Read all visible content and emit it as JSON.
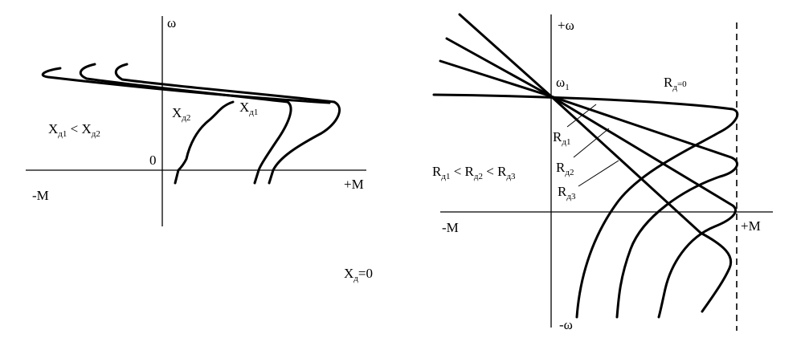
{
  "left_diagram": {
    "y_axis_label": "ω",
    "origin_label": "0",
    "x_pos_label": "+M",
    "x_neg_label": "-M",
    "curve_label_2": {
      "main": "X",
      "sub": "д2"
    },
    "curve_label_1": {
      "main": "X",
      "sub": "д1"
    },
    "inequality": {
      "a": "X",
      "a_sub": "д1",
      "op": " < ",
      "b": "X",
      "b_sub": "д2"
    },
    "zero_label": {
      "main": "X",
      "sub": "д",
      "rest": "=0"
    }
  },
  "right_diagram": {
    "y_pos_label": "+ω",
    "y_neg_label": "-ω",
    "omega1": {
      "main": "ω",
      "sub": "1"
    },
    "x_pos_label": "+M",
    "x_neg_label": "-M",
    "r0_label": {
      "main": "R",
      "sub": "д",
      "rest": "=0"
    },
    "r1_label": {
      "main": "R",
      "sub": "д1"
    },
    "r2_label": {
      "main": "R",
      "sub": "д2"
    },
    "r3_label": {
      "main": "R",
      "sub": "д3"
    },
    "inequality": {
      "a": "R",
      "a_sub": "д1",
      "op1": " < ",
      "b": "R",
      "b_sub": "д2",
      "op2": " < ",
      "c": "R",
      "c_sub": "д3"
    }
  }
}
